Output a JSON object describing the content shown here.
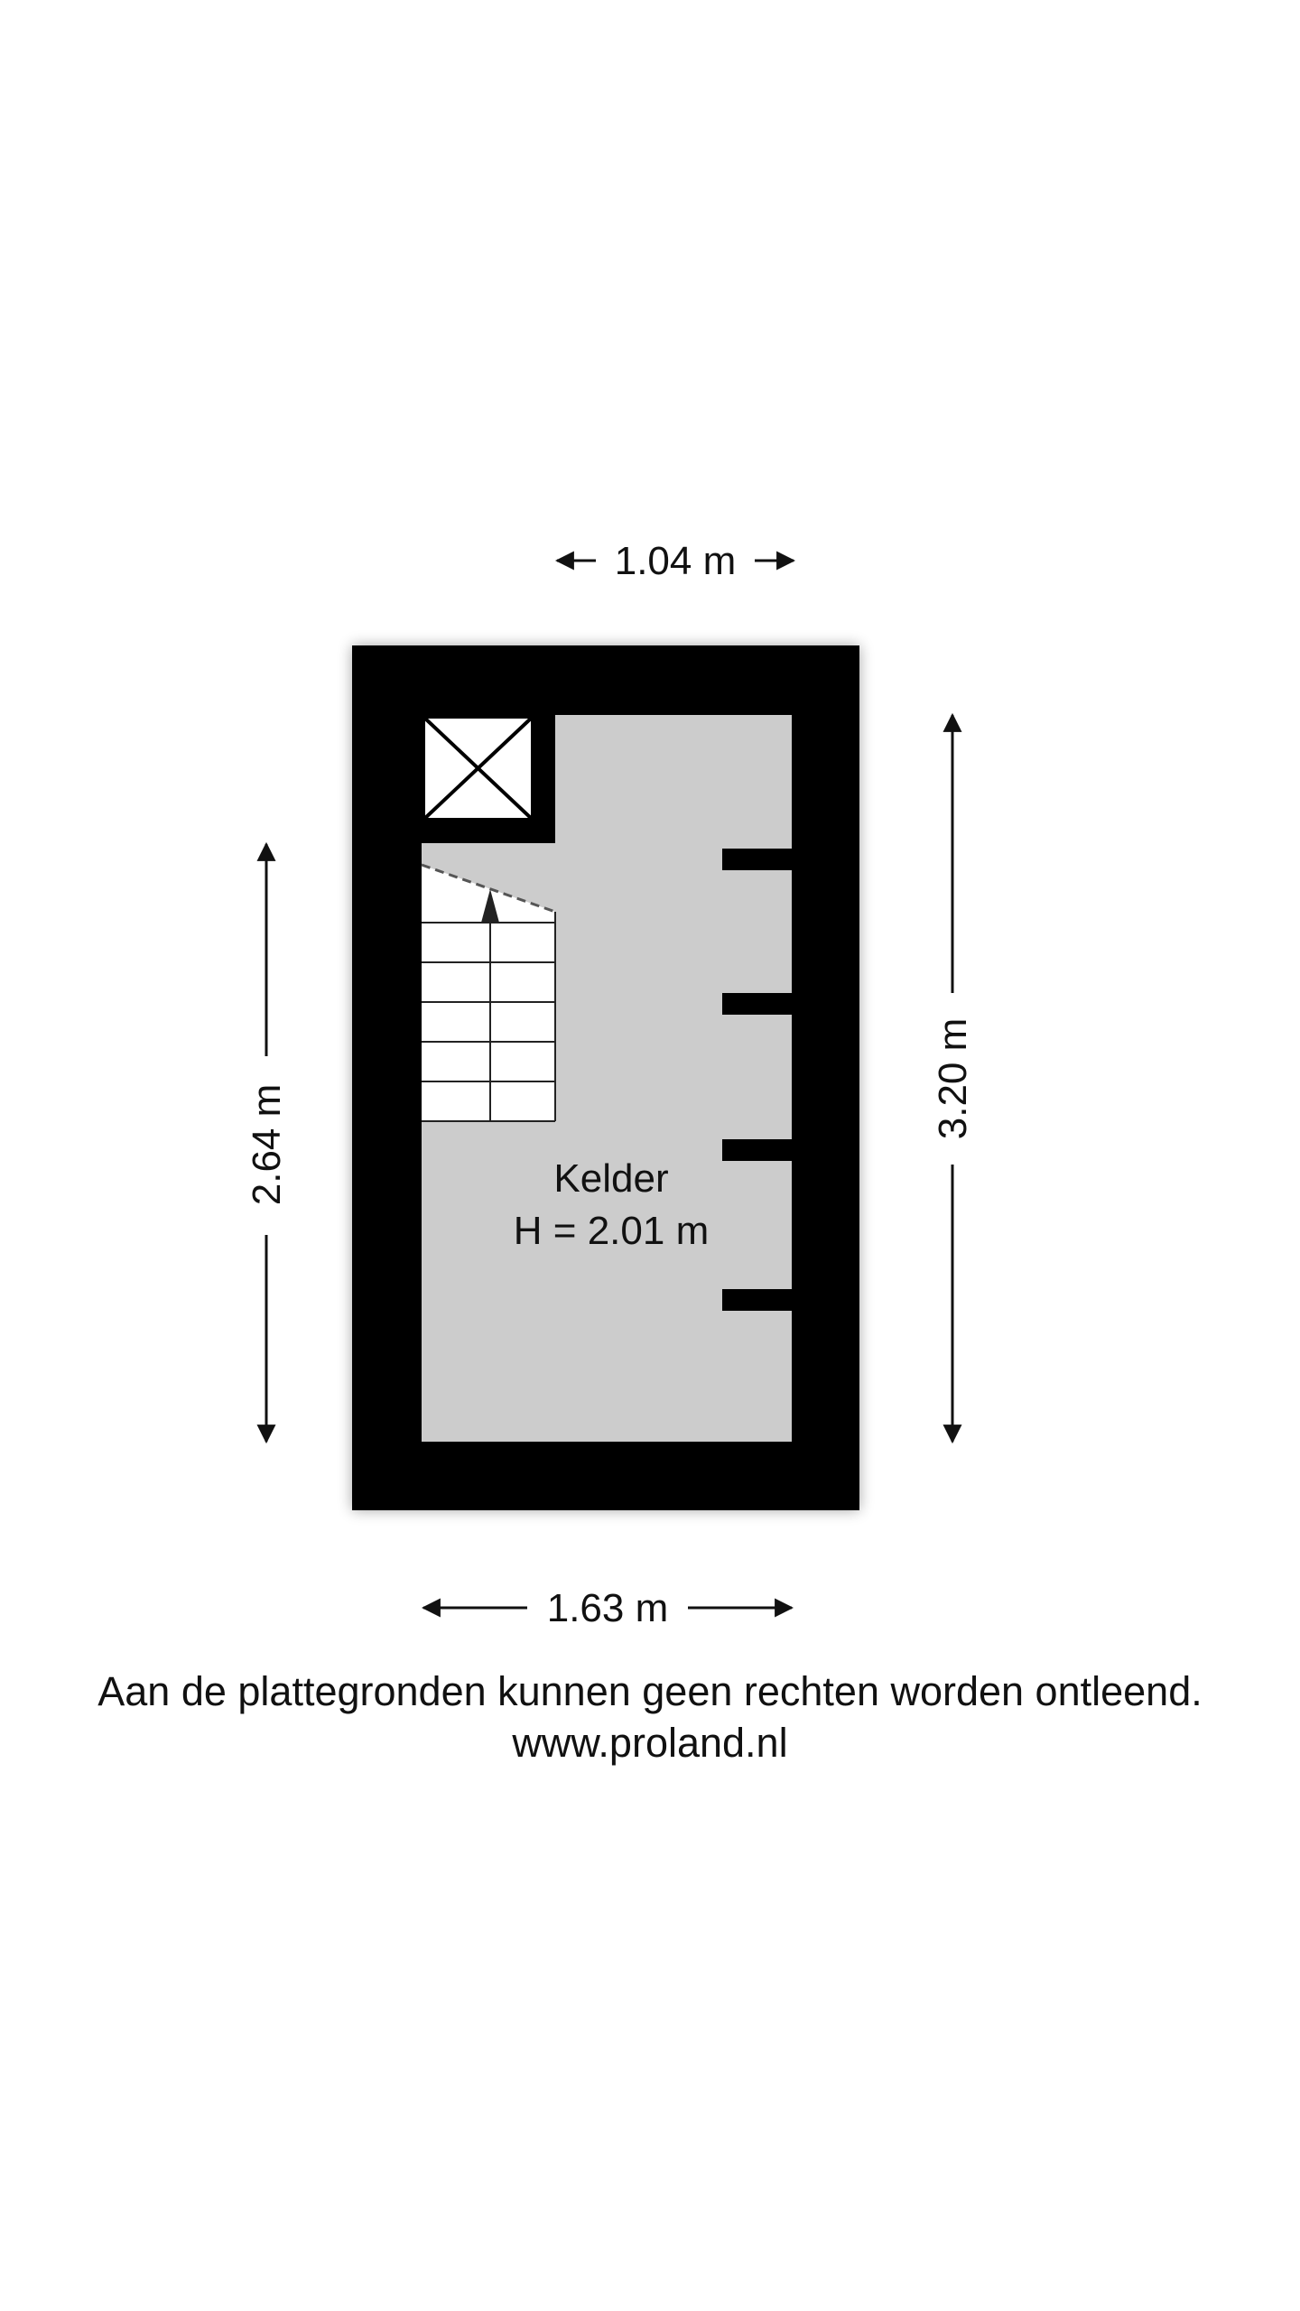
{
  "floorplan": {
    "room": {
      "name": "Kelder",
      "height_label": "H = 2.01 m"
    },
    "dimensions": {
      "top": "1.04 m",
      "bottom": "1.63 m",
      "left": "2.64 m",
      "right": "3.20 m"
    }
  },
  "footer": {
    "disclaimer": "Aan de plattegronden kunnen geen rechten worden ontleend.",
    "website": "www.proland.nl"
  },
  "colors": {
    "wall": "#000000",
    "floor": "#cccccc",
    "stairs": "#ffffff",
    "text": "#111111"
  }
}
